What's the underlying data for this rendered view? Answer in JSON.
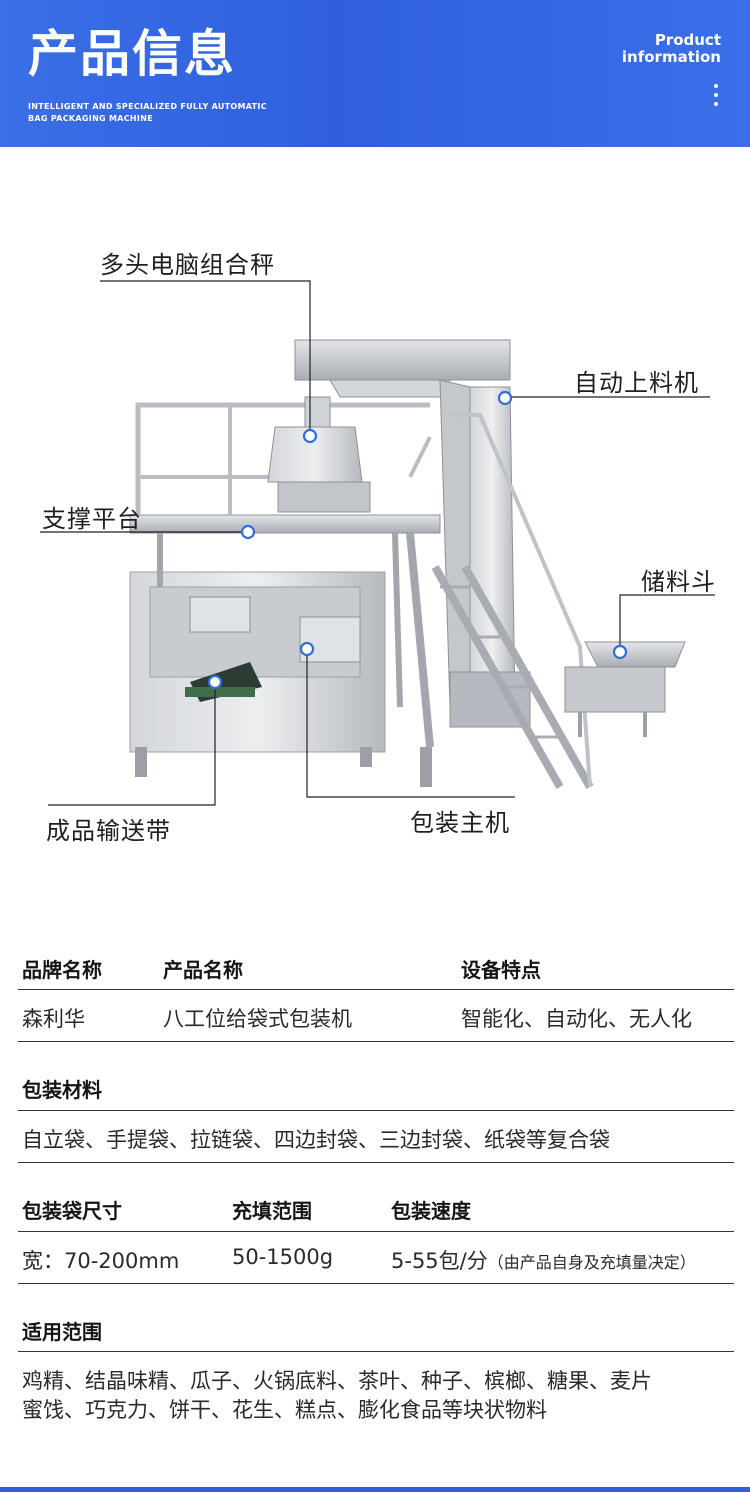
{
  "header": {
    "title": "产品信息",
    "subtitle_line1": "INTELLIGENT AND SPECIALIZED FULLY AUTOMATIC",
    "subtitle_line2": "BAG PACKAGING MACHINE",
    "en_line1": "Product",
    "en_line2": "information"
  },
  "diagram": {
    "callouts": {
      "weigher": "多头电脑组合秤",
      "elevator": "自动上料机",
      "platform": "支撑平台",
      "hopper": "储料斗",
      "conveyor": "成品输送带",
      "main": "包装主机"
    }
  },
  "specs": {
    "row1": {
      "brand_label": "品牌名称",
      "product_label": "产品名称",
      "feature_label": "设备特点",
      "brand_value": "森利华",
      "product_value": "八工位给袋式包装机",
      "feature_value": "智能化、自动化、无人化"
    },
    "material": {
      "label": "包装材料",
      "value": "自立袋、手提袋、拉链袋、四边封袋、三边封袋、纸袋等复合袋"
    },
    "row3": {
      "size_label": "包装袋尺寸",
      "fill_label": "充填范围",
      "speed_label": "包装速度",
      "size_value": "宽：70-200mm",
      "fill_value": "50-1500g",
      "speed_value": "5-55包/分",
      "speed_note": "（由产品自身及充填量决定）"
    },
    "scope": {
      "label": "适用范围",
      "line1": "鸡精、结晶味精、瓜子、火锅底料、茶叶、种子、槟榔、糖果、麦片",
      "line2": "蜜饯、巧克力、饼干、花生、糕点、膨化食品等块状物料"
    }
  },
  "colors": {
    "header_blue": "#2f5fde",
    "machine_gray": "#b9bcc1",
    "marker_blue": "#2f6fd6"
  }
}
